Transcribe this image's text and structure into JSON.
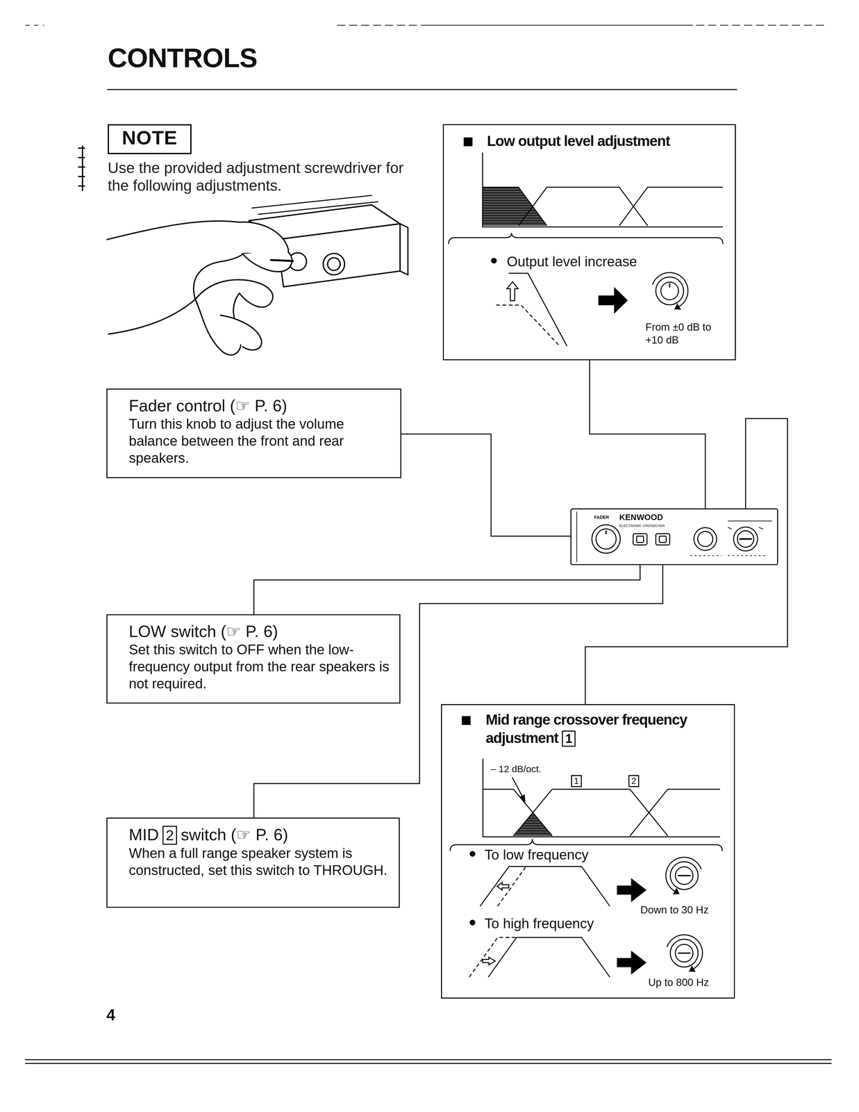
{
  "diagram": {
    "title": "CONTROLS",
    "nodes": [
      {
        "text": [
          "NOTE"
        ]
      },
      {
        "text": [
          "Low output level adjustment",
          "Output level increase",
          "From ±0 dB to +10 dB"
        ]
      },
      {
        "text": [
          "Fader control (☞ P. 6)",
          "Turn this knob to adjust the volume balance between the front and rear speakers."
        ]
      },
      {
        "text": [
          "FADER",
          "KENWOOD",
          "ELECTRONIC CROSSOVER"
        ]
      },
      {
        "text": [
          "LOW switch (☞ P. 6)",
          "Set this switch to OFF when the low-frequency output from the rear speakers is not required."
        ]
      },
      {
        "text": [
          "Mid range crossover frequency adjustment",
          "1",
          "– 12 dB/oct.",
          "1",
          "2",
          "To low frequency",
          "Down to 30 Hz",
          "To high frequency",
          "Up to 800 Hz"
        ]
      },
      {
        "text": [
          "MID",
          "2",
          "switch (☞ P. 6)",
          "When a full range speaker system is constructed, set this switch to THROUGH."
        ]
      }
    ],
    "edges": [
      {
        "from": 2,
        "to": 3,
        "arrow": "none"
      },
      {
        "from": 4,
        "to": 3,
        "arrow": "none"
      },
      {
        "from": 6,
        "to": 3,
        "arrow": "none"
      },
      {
        "from": 1,
        "to": 3,
        "arrow": "none"
      },
      {
        "from": 5,
        "to": 3,
        "arrow": "none"
      }
    ],
    "labels": [
      "Use the provided adjustment screwdriver for the following adjustments.",
      "4"
    ]
  }
}
